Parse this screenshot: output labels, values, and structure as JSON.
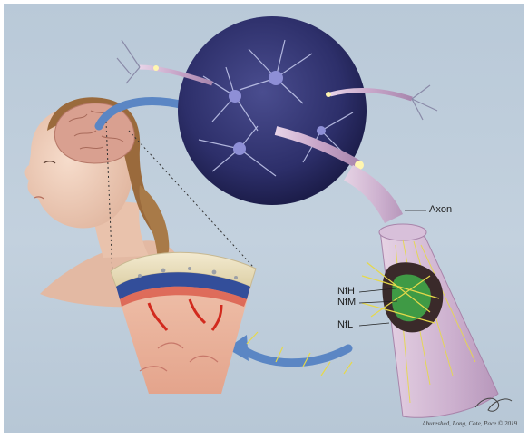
{
  "labels": {
    "axon": "Axon",
    "nfh": "NfH",
    "nfm": "NfM",
    "nfl": "NfL"
  },
  "credit": "Abureshed, Long, Cote, Pace © 2019",
  "colors": {
    "background": "#bccbd9",
    "neuron_sphere": "#2d2f6a",
    "arrow": "#5b86c4",
    "axon_sheath": "#c8a6c9",
    "neurofilament_yellow": "#e6d94a",
    "neurofilament_green": "#3f9a45",
    "blood_vessel": "#d22a1e",
    "skin": "#eccbb6",
    "hair": "#9a6a3c"
  }
}
